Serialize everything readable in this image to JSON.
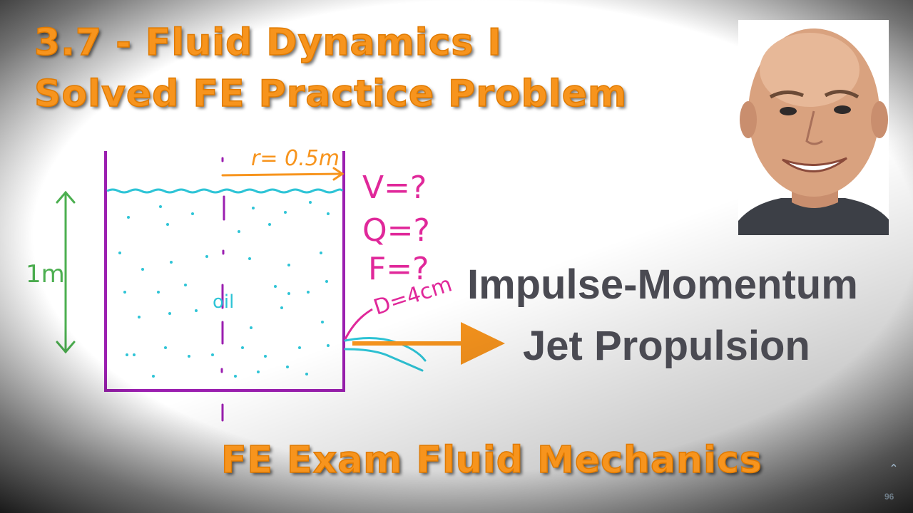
{
  "title": {
    "line1": "3.7 - Fluid Dynamics I",
    "line2": "Solved FE Practice Problem"
  },
  "topic": {
    "line1": "Impulse-Momentum",
    "line2": "Jet Propulsion"
  },
  "footer": {
    "title": "FE Exam Fluid Mechanics"
  },
  "diagram": {
    "radius_label": "r= 0.5m",
    "height_label": "1m",
    "fluid_label": "oil",
    "unknowns": [
      "V=?",
      "Q=?",
      "F=?"
    ],
    "diameter_label": "D=4cm"
  },
  "overlay": {
    "scroll_icon": "chevron-up-icon",
    "count": "96"
  },
  "colors": {
    "title_orange": "#f7941d",
    "topic_gray": "#4a4a52",
    "tank_purple": "#9b1fb0",
    "water_cyan": "#2ec4d6",
    "magenta": "#e0289a",
    "green": "#4caf50",
    "arrow_orange": "#f7941d"
  }
}
